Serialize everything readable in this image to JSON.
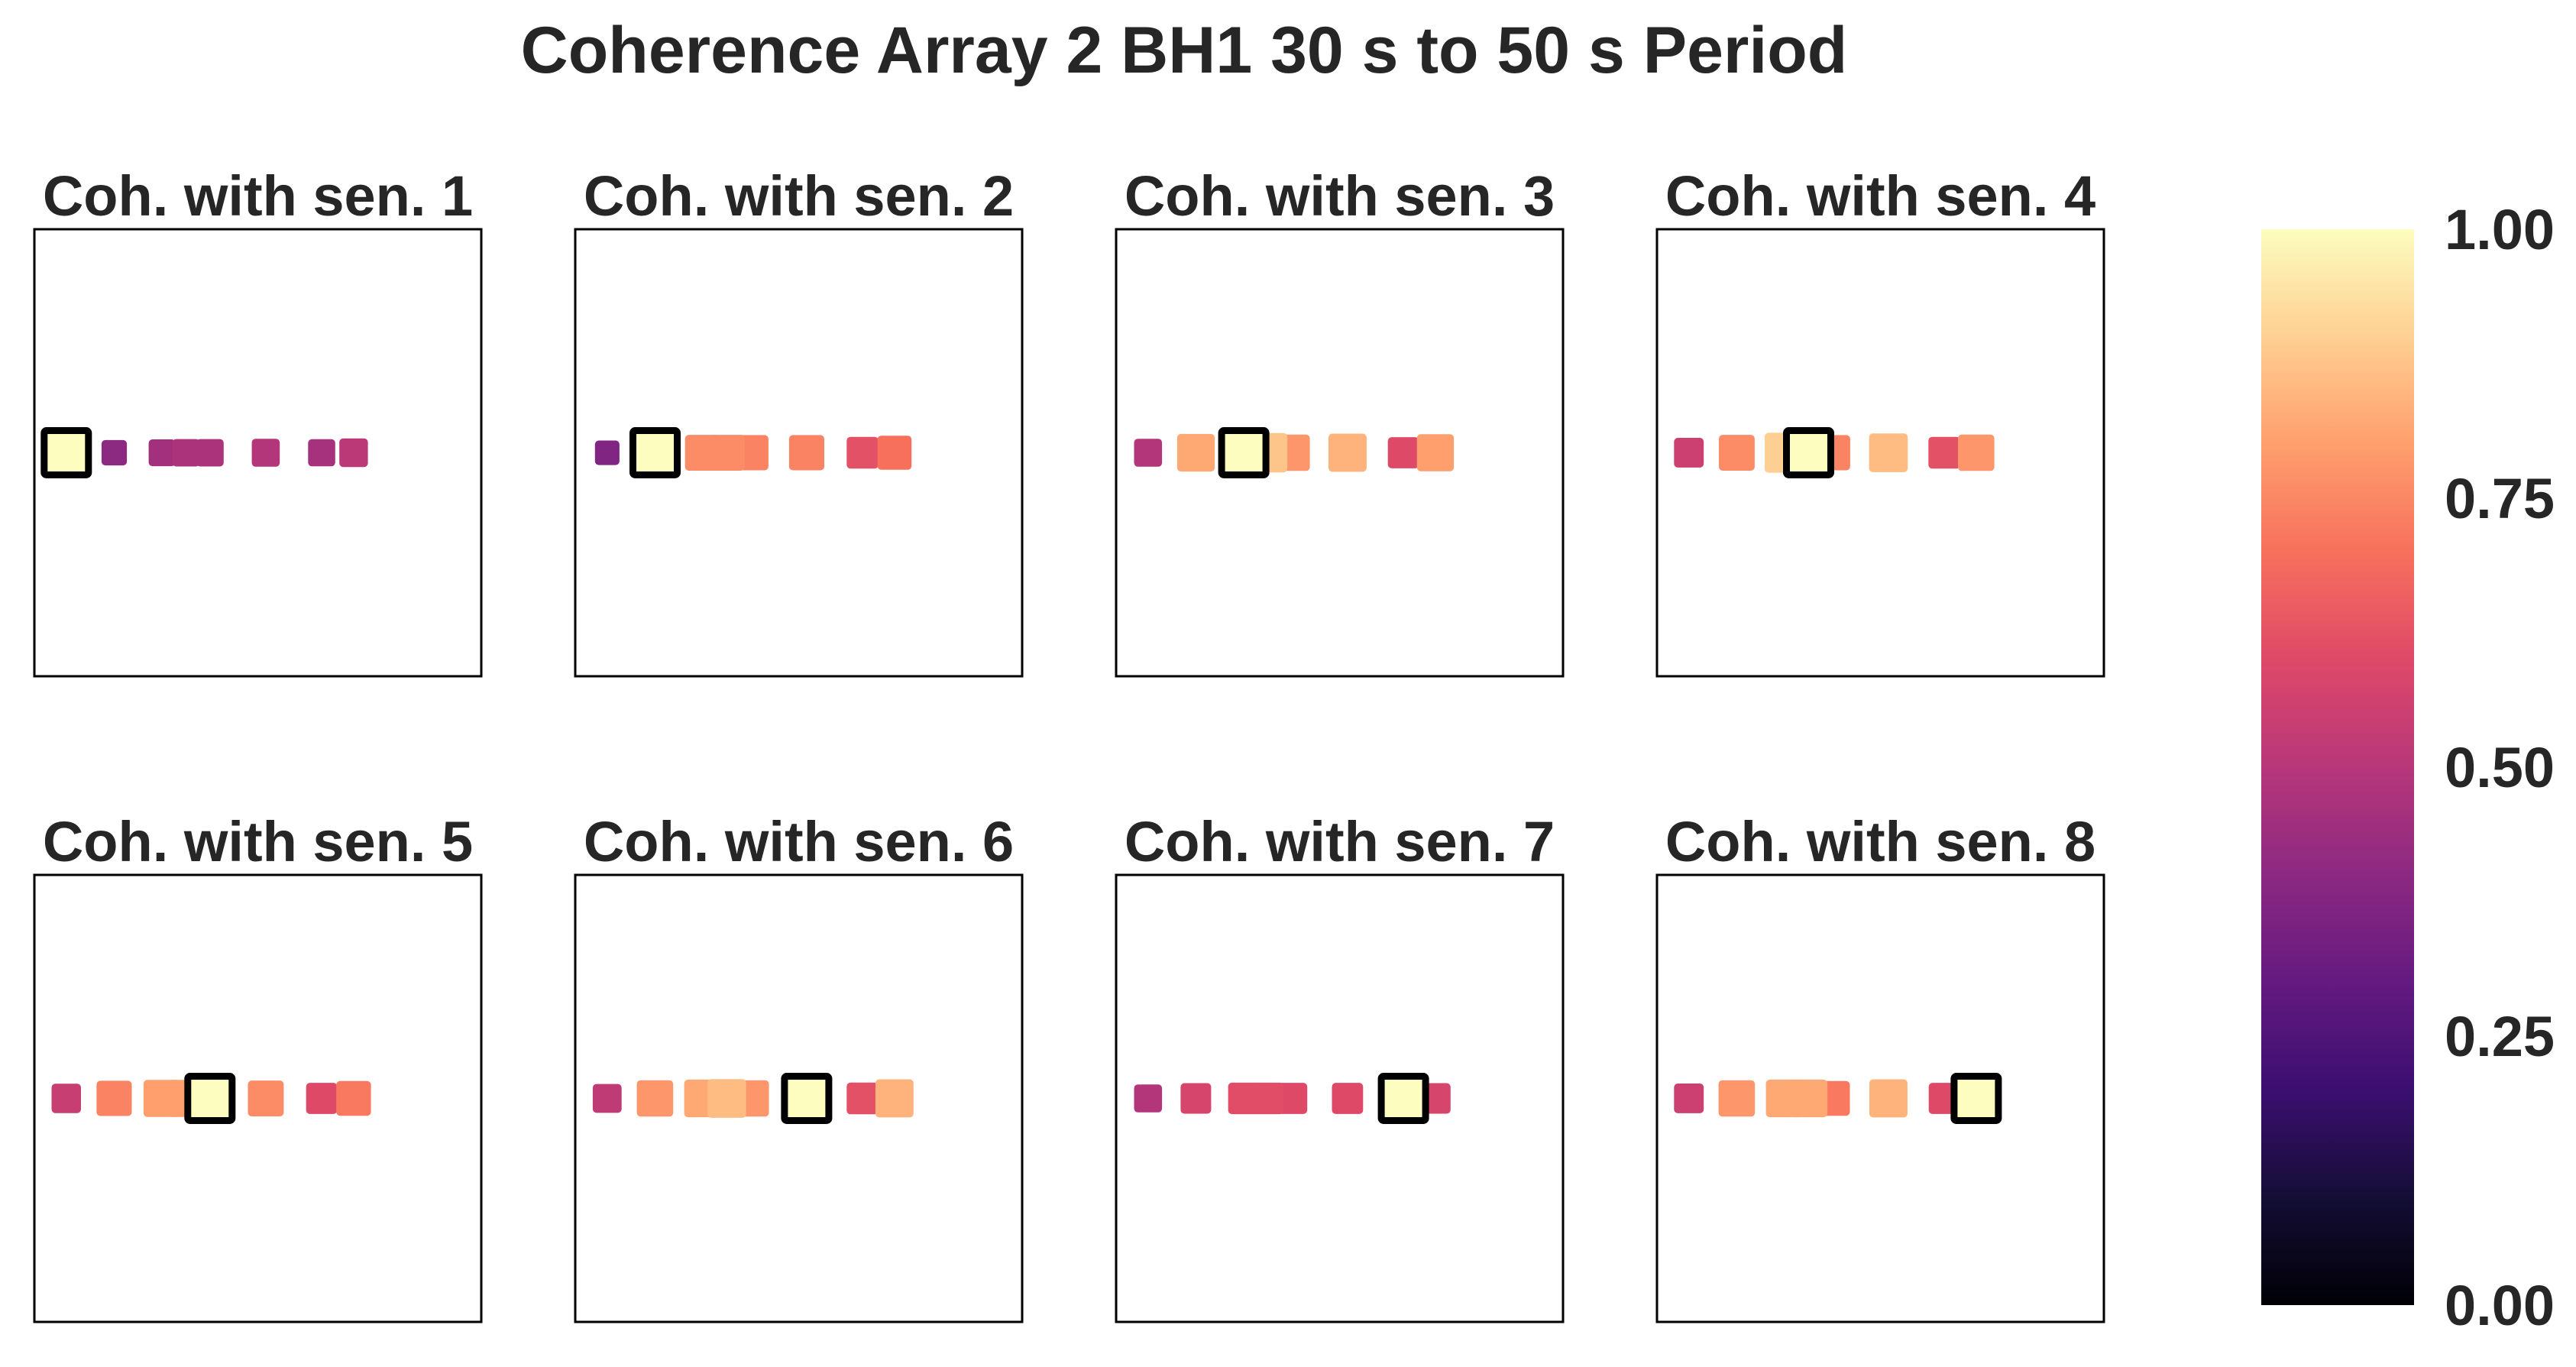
{
  "chart_data": {
    "type": "scatter",
    "title": "Coherence Array 2 BH1 30 s to 50 s Period",
    "colormap": "magma",
    "colorbar": {
      "range": [
        0,
        1
      ],
      "ticks": [
        "0.00",
        "0.25",
        "0.50",
        "0.75",
        "1.00"
      ],
      "tick_values": [
        0,
        0.25,
        0.5,
        0.75,
        1
      ]
    },
    "sensor_x": [
      0,
      1.5,
      3,
      3.75,
      4.5,
      6.25,
      8,
      9
    ],
    "xlim": [
      -1,
      13
    ],
    "ylim": [
      -1,
      1
    ],
    "panels": [
      {
        "title": "Coh. with sen. 1",
        "reference": 1,
        "coherence": [
          1.0,
          0.4,
          0.45,
          0.47,
          0.47,
          0.49,
          0.46,
          0.51
        ]
      },
      {
        "title": "Coh. with sen. 2",
        "reference": 2,
        "coherence": [
          0.37,
          1.0,
          0.76,
          0.76,
          0.74,
          0.74,
          0.62,
          0.7
        ]
      },
      {
        "title": "Coh. with sen. 3",
        "reference": 3,
        "coherence": [
          0.49,
          0.82,
          1.0,
          0.88,
          0.78,
          0.84,
          0.6,
          0.8
        ]
      },
      {
        "title": "Coh. with sen. 4",
        "reference": 4,
        "coherence": [
          0.55,
          0.76,
          0.9,
          1.0,
          0.74,
          0.86,
          0.62,
          0.78
        ]
      },
      {
        "title": "Coh. with sen. 5",
        "reference": 5,
        "coherence": [
          0.54,
          0.74,
          0.8,
          0.8,
          1.0,
          0.76,
          0.6,
          0.72
        ]
      },
      {
        "title": "Coh. with sen. 6",
        "reference": 6,
        "coherence": [
          0.52,
          0.78,
          0.82,
          0.86,
          0.78,
          1.0,
          0.62,
          0.84
        ]
      },
      {
        "title": "Coh. with sen. 7",
        "reference": 7,
        "coherence": [
          0.49,
          0.58,
          0.61,
          0.61,
          0.6,
          0.6,
          1.0,
          0.58
        ]
      },
      {
        "title": "Coh. with sen. 8",
        "reference": 8,
        "coherence": [
          0.55,
          0.78,
          0.82,
          0.82,
          0.72,
          0.84,
          0.6,
          1.0
        ]
      }
    ]
  }
}
